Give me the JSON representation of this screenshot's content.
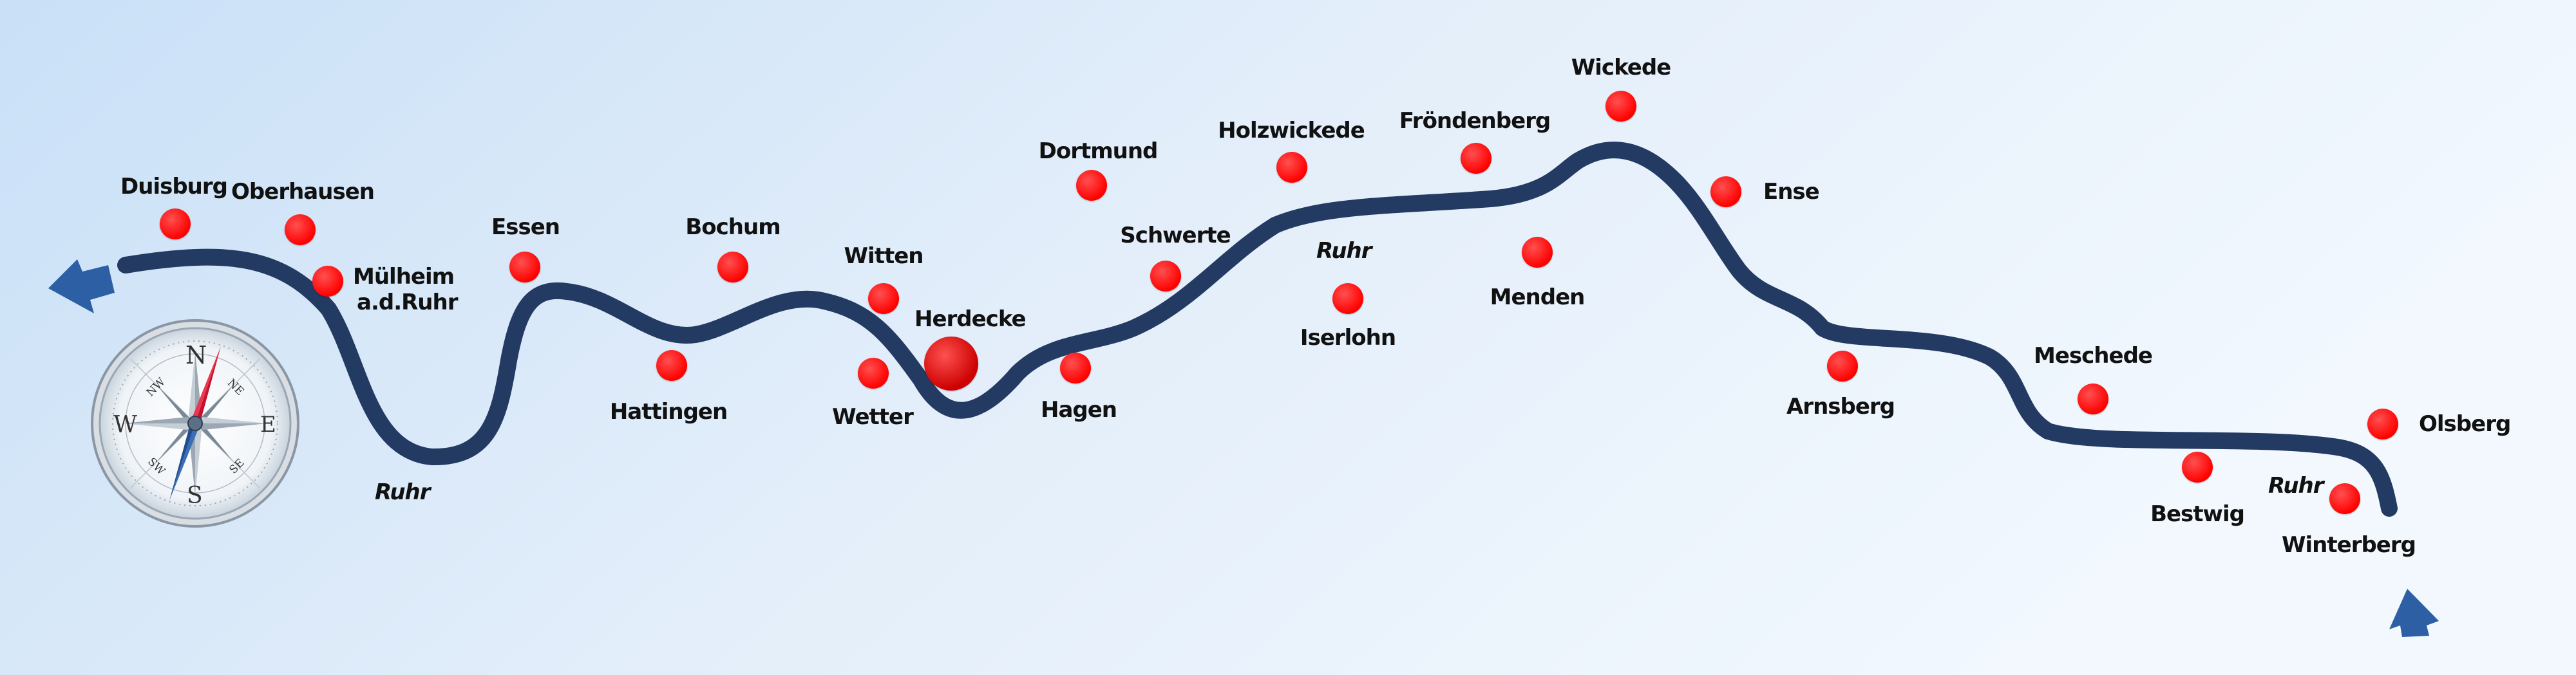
{
  "map": {
    "river_name": "Ruhr",
    "colors": {
      "river": "#233a63",
      "city_dot": "#ff0000",
      "highlight_city_dot": "#cc0000",
      "arrow": "#2d5fa5",
      "background_left": "#cfe3f8",
      "background_right": "#eef6fd"
    },
    "cities": [
      {
        "name": "Duisburg"
      },
      {
        "name": "Oberhausen"
      },
      {
        "name_line1": "Mülheim",
        "name_line2": "a.d.Ruhr"
      },
      {
        "name": "Essen"
      },
      {
        "name": "Hattingen"
      },
      {
        "name": "Bochum"
      },
      {
        "name": "Witten"
      },
      {
        "name": "Wetter"
      },
      {
        "name": "Herdecke",
        "highlighted": true
      },
      {
        "name": "Hagen"
      },
      {
        "name": "Dortmund"
      },
      {
        "name": "Schwerte"
      },
      {
        "name": "Holzwickede"
      },
      {
        "name": "Iserlohn"
      },
      {
        "name": "Fröndenberg"
      },
      {
        "name": "Menden"
      },
      {
        "name": "Wickede"
      },
      {
        "name": "Ense"
      },
      {
        "name": "Arnsberg"
      },
      {
        "name": "Meschede"
      },
      {
        "name": "Bestwig"
      },
      {
        "name": "Olsberg"
      },
      {
        "name": "Winterberg"
      }
    ],
    "river_labels": [
      "Ruhr",
      "Ruhr",
      "Ruhr"
    ],
    "compass": {
      "letters": [
        "N",
        "E",
        "S",
        "W"
      ],
      "intercardinals": [
        "NE",
        "SE",
        "SW",
        "NW"
      ]
    },
    "arrows": [
      "flow-direction-arrow",
      "source-arrow"
    ]
  }
}
